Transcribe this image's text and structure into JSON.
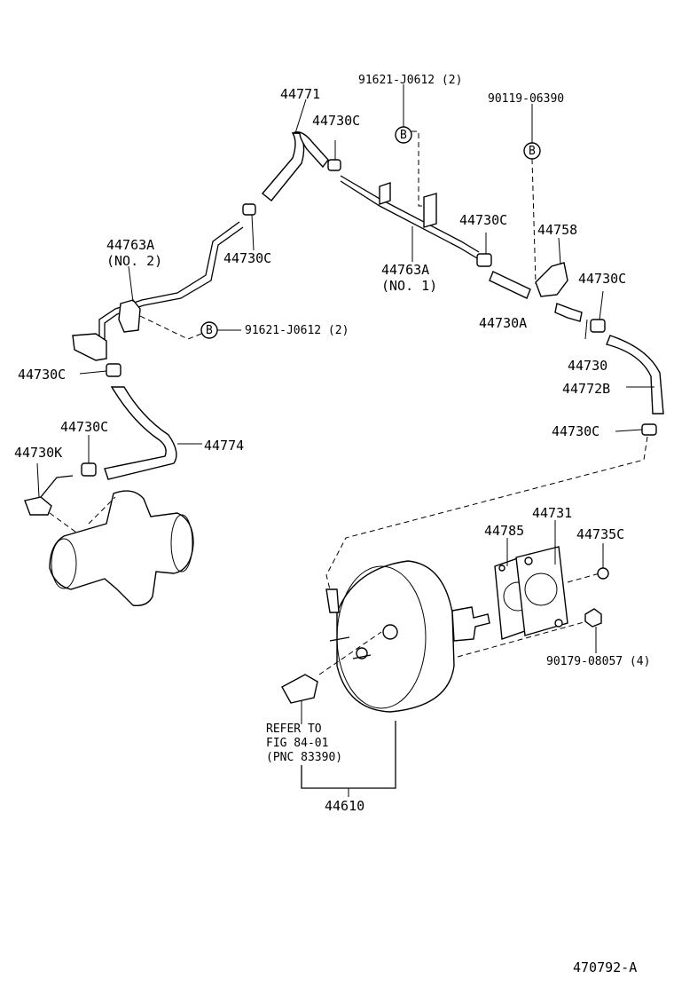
{
  "labels": {
    "p44771": "44771",
    "p44730c_top": "44730C",
    "p91621_top": "91621-J0612 (2)",
    "p90119": "90119-06390",
    "b_mark": "B",
    "p44730c_mid": "44730C",
    "p44758": "44758",
    "p44763a_no2": "44763A",
    "no2": "(NO. 2)",
    "p44730c_left": "44730C",
    "p44763a_no1": "44763A",
    "no1": "(NO. 1)",
    "p44730c_right": "44730C",
    "p44730a": "44730A",
    "p91621_left": "91621-J0612 (2)",
    "p44730c_far_left": "44730C",
    "p44730": "44730",
    "p44772b": "44772B",
    "p44730c_lower_left": "44730C",
    "p44774": "44774",
    "p44730k": "44730K",
    "p44730c_lower_right": "44730C",
    "p44731": "44731",
    "p44785": "44785",
    "p44735c": "44735C",
    "p90179": "90179-08057 (4)",
    "refer_to": "REFER TO",
    "fig": "FIG 84-01",
    "pnc": "(PNC 83390)",
    "p44610": "44610",
    "drawing_no": "470792-A"
  }
}
